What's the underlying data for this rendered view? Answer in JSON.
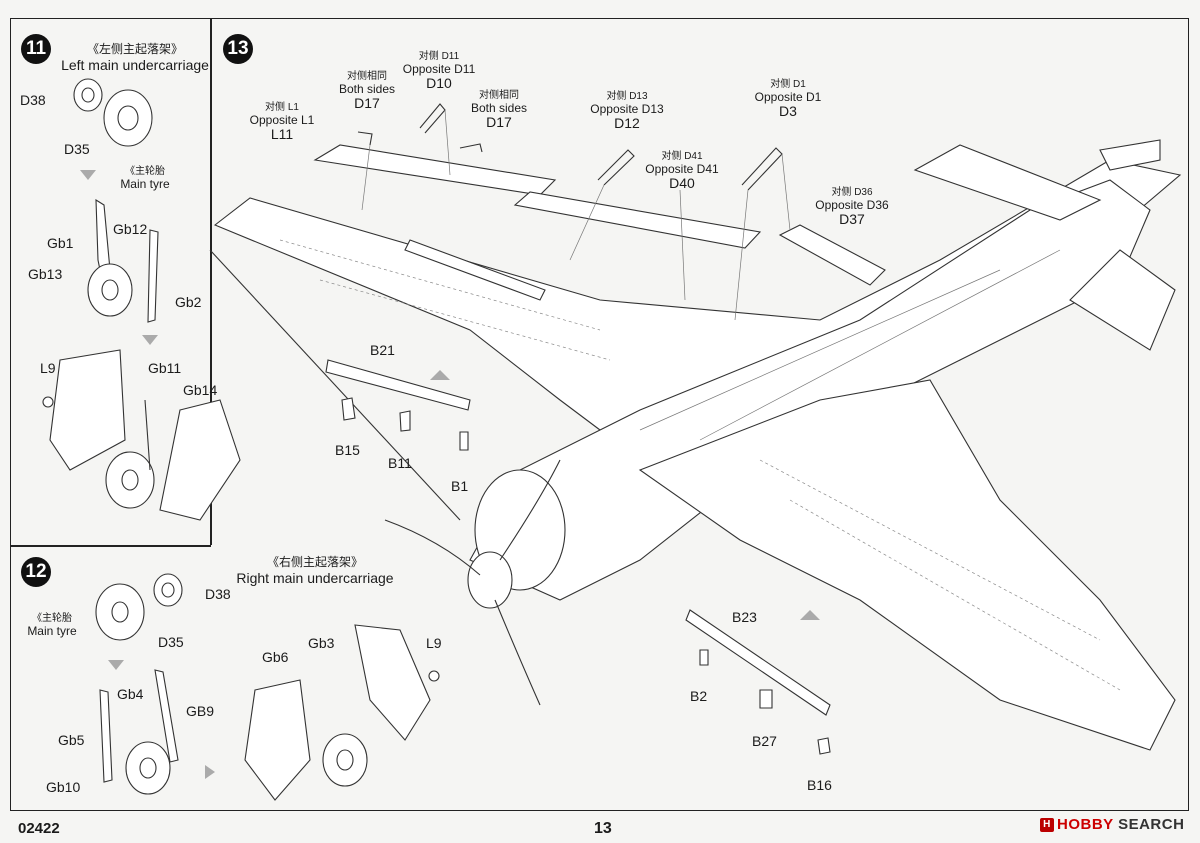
{
  "step11": {
    "number": "11",
    "title_cn": "《左侧主起落架》",
    "title_en": "Left main undercarriage",
    "parts": {
      "d38": "D38",
      "d35": "D35",
      "gb12": "Gb12",
      "gb1": "Gb1",
      "gb13": "Gb13",
      "gb2": "Gb2",
      "l9": "L9",
      "gb11": "Gb11",
      "gb14": "Gb14"
    },
    "tyre_cn": "《主轮胎",
    "tyre_en": "Main tyre"
  },
  "step12": {
    "number": "12",
    "title_cn": "《右侧主起落架》",
    "title_en": "Right main undercarriage",
    "parts": {
      "d38": "D38",
      "d35": "D35",
      "gb4": "Gb4",
      "gb9": "GB9",
      "gb5": "Gb5",
      "gb10": "Gb10",
      "gb6": "Gb6",
      "gb3": "Gb3",
      "l9": "L9"
    },
    "tyre_cn": "《主轮胎",
    "tyre_en": "Main tyre"
  },
  "step13": {
    "number": "13",
    "groups": {
      "l11": {
        "cn": "对侧 L1",
        "en": "Opposite L1",
        "part": "L11"
      },
      "d17a": {
        "cn": "对侧相同",
        "en": "Both sides",
        "part": "D17"
      },
      "d10": {
        "cn": "对侧 D11",
        "en": "Opposite D11",
        "part": "D10"
      },
      "d17b": {
        "cn": "对侧相同",
        "en": "Both sides",
        "part": "D17"
      },
      "d12": {
        "cn": "对侧 D13",
        "en": "Opposite D13",
        "part": "D12"
      },
      "d40": {
        "cn": "对侧 D41",
        "en": "Opposite D41",
        "part": "D40"
      },
      "d3": {
        "cn": "对侧 D1",
        "en": "Opposite D1",
        "part": "D3"
      },
      "d37": {
        "cn": "对侧 D36",
        "en": "Opposite D36",
        "part": "D37"
      }
    },
    "parts": {
      "b21": "B21",
      "b15": "B15",
      "b11": "B11",
      "b1": "B1",
      "b23": "B23",
      "b2": "B2",
      "b27": "B27",
      "b16": "B16"
    }
  },
  "footer": {
    "code": "02422",
    "page": "13"
  },
  "watermark": {
    "brand": "HOBBY",
    "word": "SEARCH",
    "accent": "#cc0000"
  }
}
